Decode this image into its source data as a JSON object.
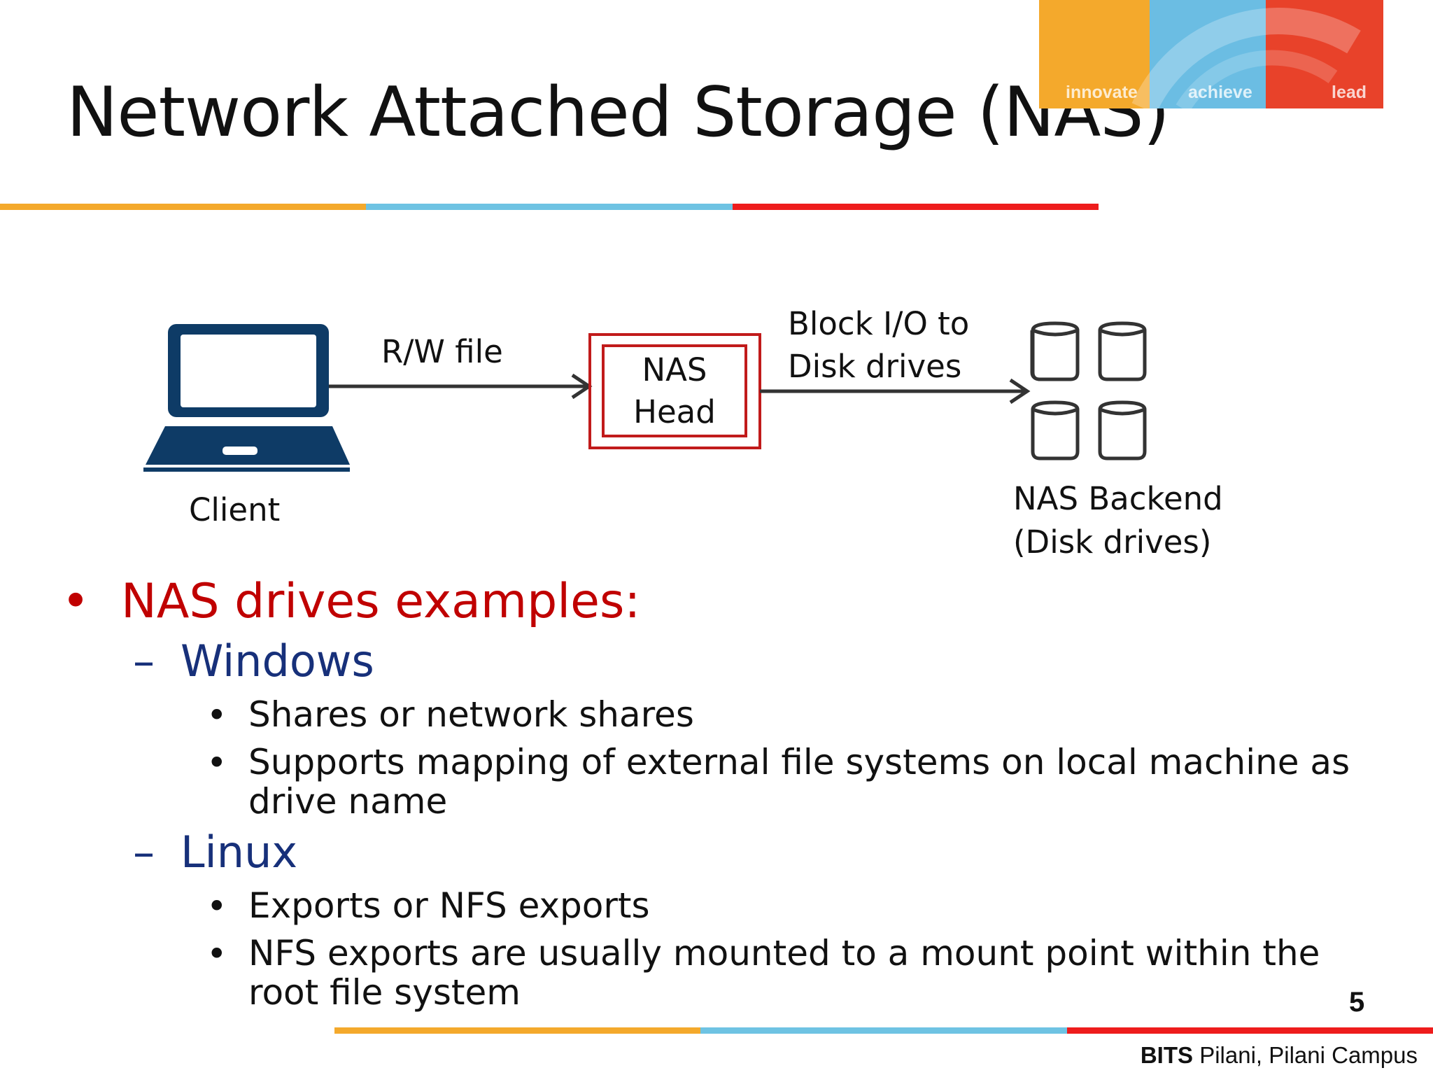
{
  "slide": {
    "title": "Network Attached Storage (NAS)",
    "page_number": "5",
    "footer_brand": "BITS",
    "footer_campus": "Pilani, Pilani Campus"
  },
  "logo": {
    "segments": [
      {
        "label": "innovate",
        "color": "#f4a92c"
      },
      {
        "label": "achieve",
        "color": "#6bbde3"
      },
      {
        "label": "lead",
        "color": "#e8422a"
      }
    ]
  },
  "colors": {
    "stripe_orange": "#f4a92c",
    "stripe_blue": "#6ec3e3",
    "stripe_red": "#ee1c1c",
    "laptop": "#0e3b66",
    "nas_box": "#c11b1b",
    "bullet_red": "#c00000",
    "bullet_blue": "#17307a"
  },
  "diagram": {
    "client_label": "Client",
    "rw_label": "R/W file",
    "nas_head_line1": "NAS",
    "nas_head_line2": "Head",
    "block_io_line1": "Block I/O to",
    "block_io_line2": "Disk drives",
    "backend_line1": "NAS Backend",
    "backend_line2": "(Disk drives)"
  },
  "content": {
    "heading": "NAS drives examples:",
    "sections": [
      {
        "name": "Windows",
        "items": [
          "Shares or network shares",
          "Supports mapping of external file systems on local machine as drive name"
        ]
      },
      {
        "name": "Linux",
        "items": [
          "Exports or NFS exports",
          "NFS exports are usually mounted to a mount point within the root file system"
        ]
      }
    ]
  }
}
